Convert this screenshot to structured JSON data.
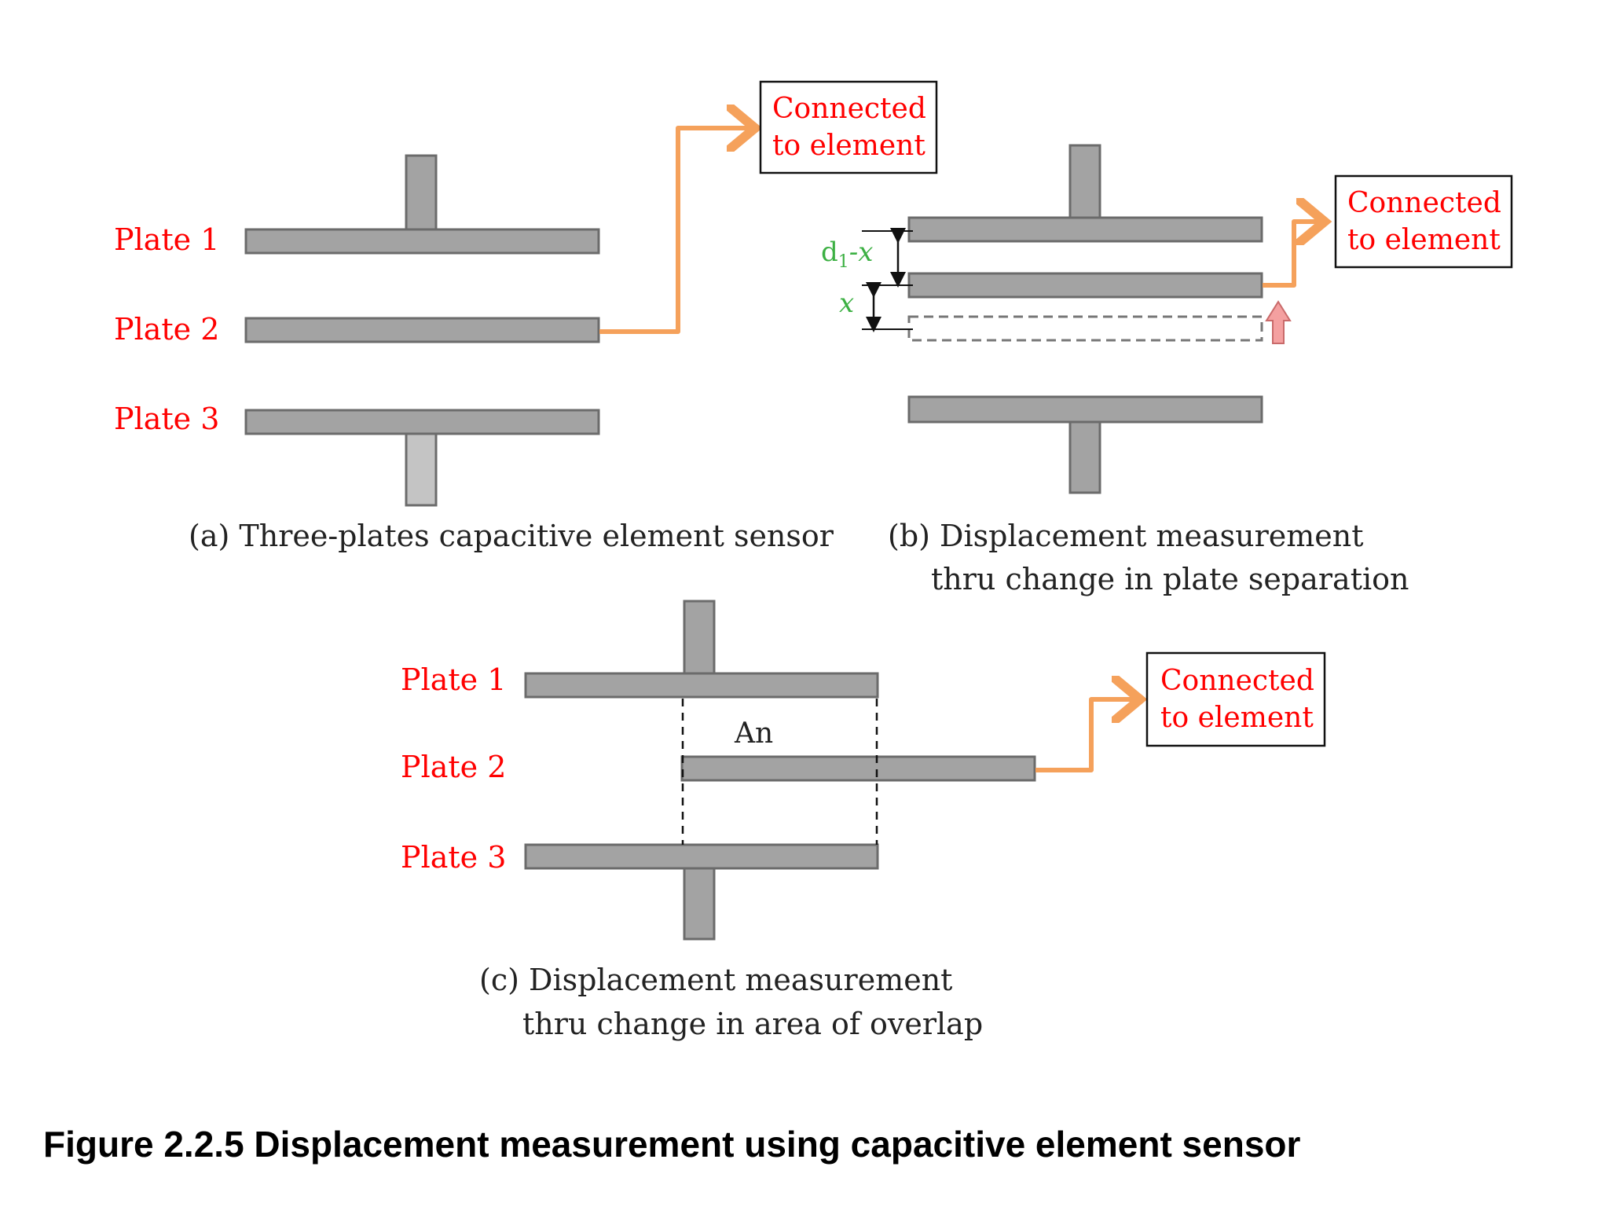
{
  "colors": {
    "plate_fill": "#a3a3a3",
    "plate_stroke": "#6b6b6b",
    "stem_fill_light": "#c4c4c4",
    "label_red": "#ff0000",
    "wire_orange": "#f5a15b",
    "dim_green": "#3cb043",
    "arrow_pink": "#f4a0a0",
    "text_dark": "#222222",
    "box_red_text": "#ff0000"
  },
  "panel_a": {
    "plate1_label": "Plate 1",
    "plate2_label": "Plate 2",
    "plate3_label": "Plate 3",
    "box_line1": "Connected",
    "box_line2": "to element",
    "caption": "(a) Three-plates capacitive element sensor"
  },
  "panel_b": {
    "dim_top_label": "d",
    "dim_top_sub": "1",
    "dim_top_suffix": "-x",
    "dim_bottom_label": "x",
    "box_line1": "Connected",
    "box_line2": "to element",
    "caption_line1": "(b) Displacement measurement",
    "caption_line2": "thru change in plate separation"
  },
  "panel_c": {
    "plate1_label": "Plate 1",
    "plate2_label": "Plate 2",
    "plate3_label": "Plate 3",
    "overlap_label": "An",
    "box_line1": "Connected",
    "box_line2": "to element",
    "caption_line1": "(c) Displacement measurement",
    "caption_line2": "thru change in area of overlap"
  },
  "figure_caption": "Figure 2.2.5 Displacement measurement using capacitive element sensor"
}
